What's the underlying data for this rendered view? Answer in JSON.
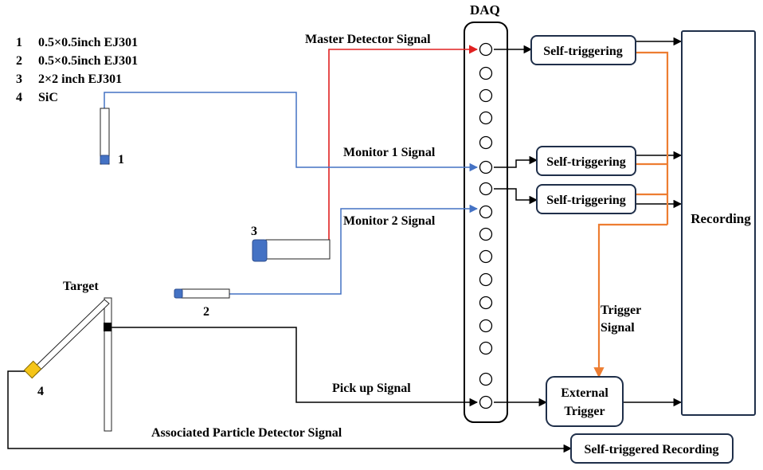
{
  "legend": [
    {
      "num": "1",
      "text": "0.5×0.5inch EJ301"
    },
    {
      "num": "2",
      "text": "0.5×0.5inch EJ301"
    },
    {
      "num": "3",
      "text": "2×2 inch EJ301"
    },
    {
      "num": "4",
      "text": "SiC"
    }
  ],
  "detectors": {
    "d1": "1",
    "d2": "2",
    "d3": "3",
    "d4": "4"
  },
  "target_label": "Target",
  "daq_label": "DAQ",
  "signals": {
    "master": "Master Detector Signal",
    "monitor1": "Monitor 1 Signal",
    "monitor2": "Monitor 2 Signal",
    "pickup": "Pick up Signal",
    "associated": "Associated Particle Detector Signal",
    "trigger_line1": "Trigger",
    "trigger_line2": "Signal"
  },
  "boxes": {
    "self_trig_1": "Self-triggering",
    "self_trig_2": "Self-triggering",
    "self_trig_3": "Self-triggering",
    "external_line1": "External",
    "external_line2": "Trigger",
    "recording": "Recording",
    "self_triggered_recording": "Self-triggered Recording"
  },
  "colors": {
    "master_wire": "#e02020",
    "monitor_wire": "#4472c4",
    "trigger_wire": "#ed7d31",
    "detector_cap": "#4472c4",
    "sic_detector": "#f5c518"
  }
}
